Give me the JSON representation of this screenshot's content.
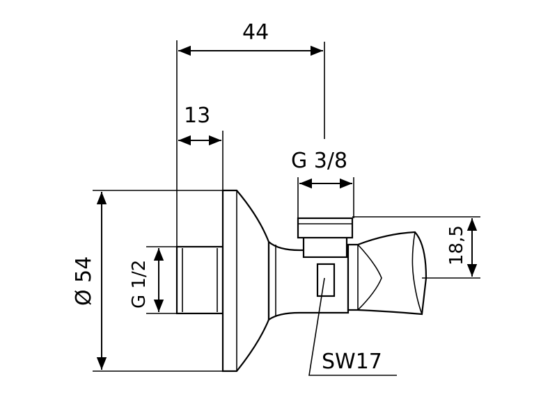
{
  "dimensions": {
    "overall_width": "44",
    "thread_length": "13",
    "outlet_thread": "G 3/8",
    "outlet_height": "18,5",
    "flange_diameter": "Ø 54",
    "inlet_thread": "G 1/2",
    "wrench_size": "SW17"
  },
  "colors": {
    "line": "#000000",
    "background": "#ffffff"
  }
}
